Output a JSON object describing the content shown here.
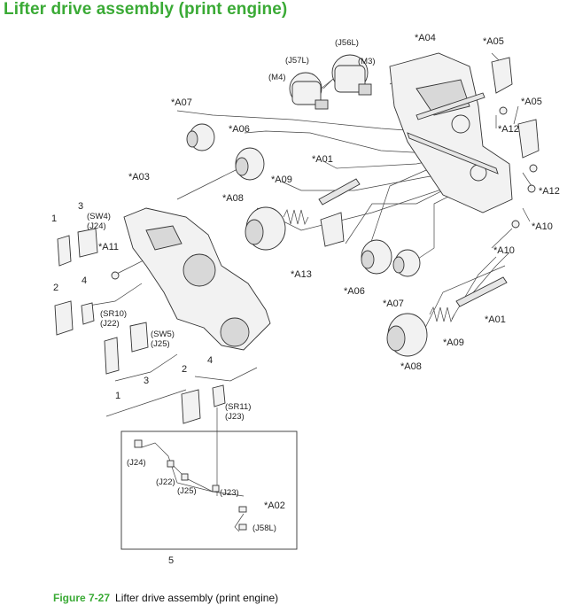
{
  "title": "Lifter drive assembly (print engine)",
  "caption": {
    "figure": "Figure 7-27",
    "text": "Lifter drive assembly (print engine)"
  },
  "labels": {
    "a04": "*A04",
    "a05_top": "*A05",
    "a05_right": "*A05",
    "j56l": "(J56L)",
    "j57l": "(J57L)",
    "m3": "(M3)",
    "m4": "(M4)",
    "a07_top": "*A07",
    "a06_top": "*A06",
    "a12_top": "*A12",
    "a12_right": "*A12",
    "a01_top": "*A01",
    "a09_top": "*A09",
    "a03": "*A03",
    "a08_top": "*A08",
    "a10_top": "*A10",
    "a10_mid": "*A10",
    "a11": "*A11",
    "a13": "*A13",
    "a06_bottom": "*A06",
    "a07_bottom": "*A07",
    "a01_bottom": "*A01",
    "a09_bottom": "*A09",
    "a08_bottom": "*A08",
    "n1_top": "1",
    "n3_top": "3",
    "sw4": "(SW4)",
    "j24_top": "(J24)",
    "n2_left": "2",
    "n4_left": "4",
    "sr10": "(SR10)",
    "j22_top": "(J22)",
    "sw5": "(SW5)",
    "j25_top": "(J25)",
    "n1_bottom": "1",
    "n3_bottom": "3",
    "n2_bottom": "2",
    "n4_bottom": "4",
    "sr11": "(SR11)",
    "j23_top": "(J23)",
    "j24_box": "(J24)",
    "j22_box": "(J22)",
    "j25_box": "(J25)",
    "j23_box": "(J23)",
    "a02": "*A02",
    "j58l": "(J58L)",
    "n5": "5"
  }
}
